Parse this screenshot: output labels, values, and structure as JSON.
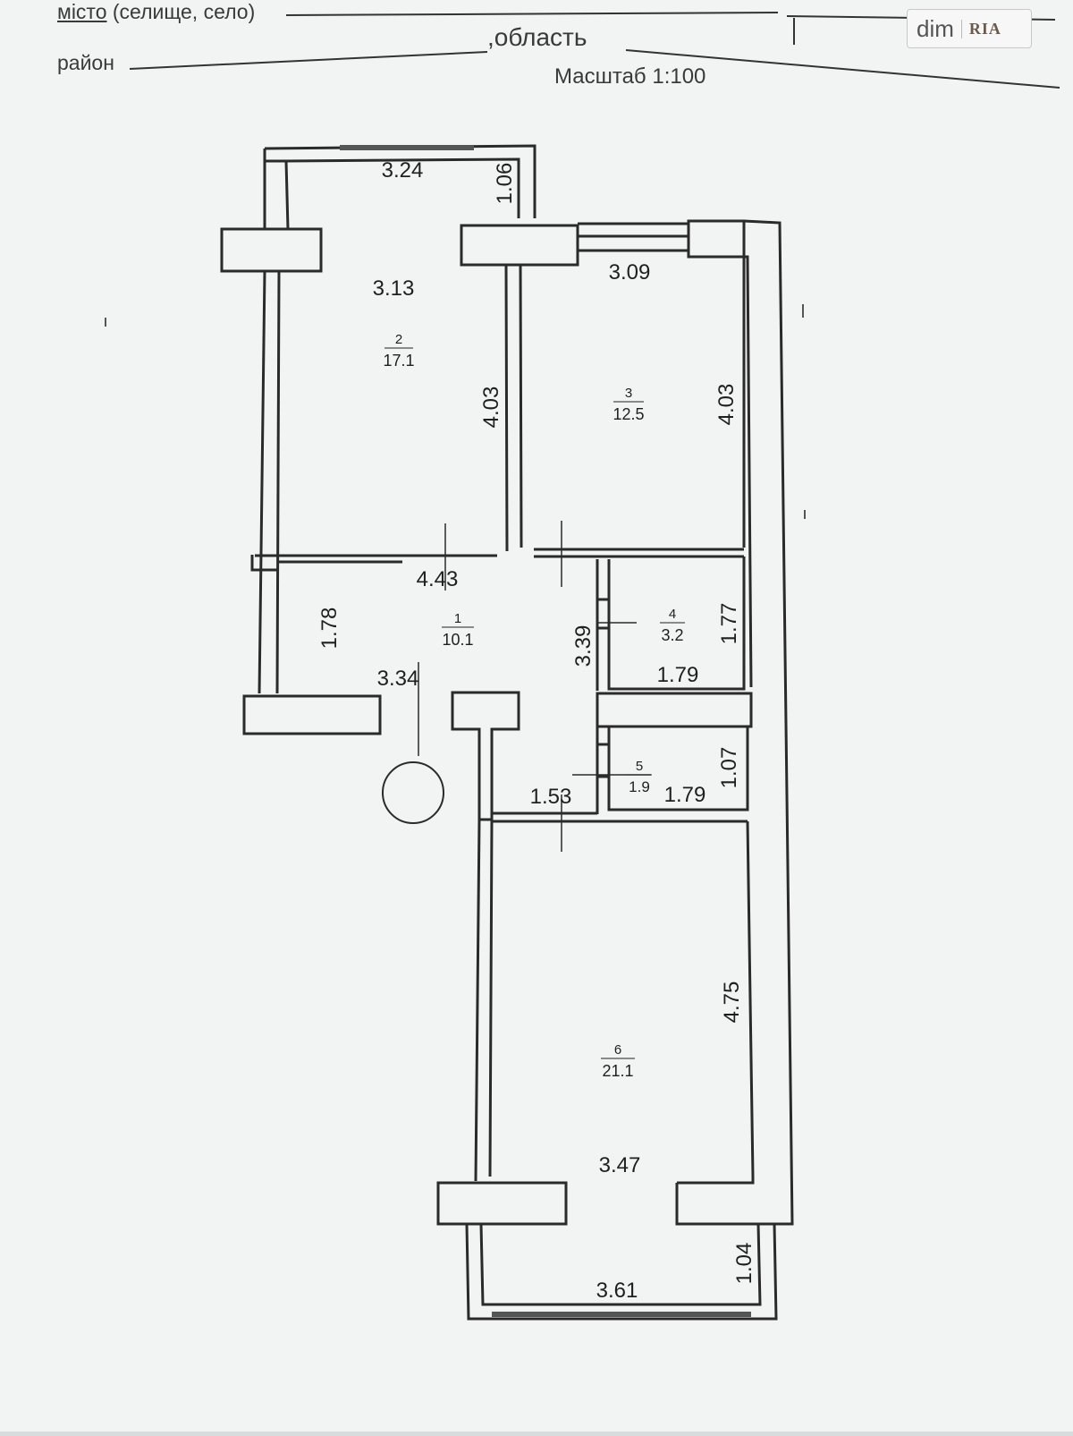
{
  "header": {
    "city_label": "місто",
    "city_hint": "(селище, село)",
    "district_label": "район",
    "region_label": ",область",
    "scale": "Масштаб 1:100"
  },
  "watermark": {
    "left": "dim",
    "right": "RIA"
  },
  "rooms": [
    {
      "id": "room-1",
      "number": "1",
      "area": "10.1"
    },
    {
      "id": "room-2",
      "number": "2",
      "area": "17.1"
    },
    {
      "id": "room-3",
      "number": "3",
      "area": "12.5"
    },
    {
      "id": "room-4",
      "number": "4",
      "area": "3.2"
    },
    {
      "id": "room-5",
      "number": "5",
      "area": "1.9"
    },
    {
      "id": "room-6",
      "number": "6",
      "area": "21.1"
    }
  ],
  "dimensions": {
    "balcony_top_width": "3.24",
    "balcony_top_depth": "1.06",
    "room2_width": "3.13",
    "room2_length": "4.03",
    "room3_width": "3.09",
    "room3_length": "4.03",
    "hall_width": "4.43",
    "hall_depth": "1.78",
    "hall_lower_width": "3.34",
    "hall_length": "3.39",
    "room4_height": "1.77",
    "room4_width": "1.79",
    "room5_height": "1.07",
    "room5_width": "1.79",
    "corridor_width": "1.53",
    "room6_length": "4.75",
    "room6_width": "3.47",
    "balcony_bottom_width": "3.61",
    "balcony_bottom_depth": "1.04"
  },
  "colors": {
    "paper": "#f2f3f3",
    "wall": "#2a2a2a",
    "background": "#d9dcdc"
  }
}
